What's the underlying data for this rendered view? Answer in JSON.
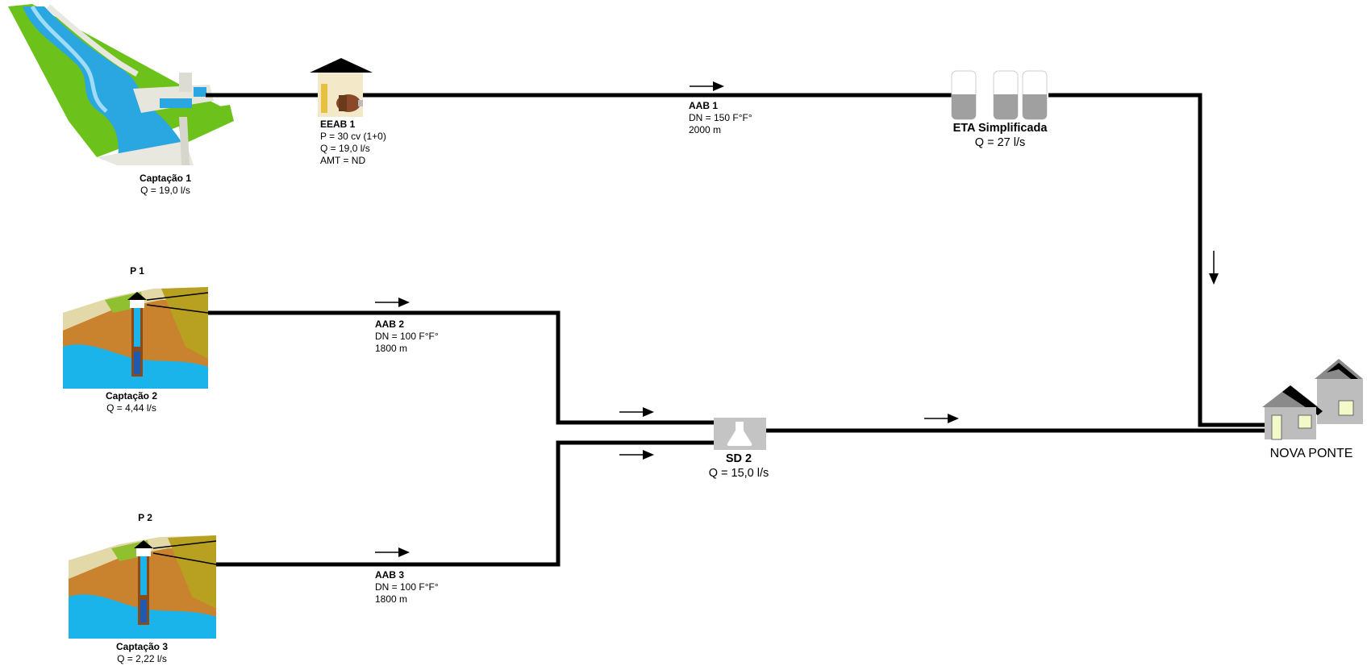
{
  "colors": {
    "pipe": "#000000",
    "grass": "#6cc21a",
    "water": "#2aa6e0",
    "tank_fill": "#a0a0a0",
    "soil": "#c9822e",
    "groundwater": "#1ab4ea",
    "house": "#bdbdbd"
  },
  "captacao1": {
    "name": "Captação 1",
    "flow": "Q = 19,0 l/s"
  },
  "eeab1": {
    "name": "EEAB 1",
    "power": "P = 30 cv (1+0)",
    "flow": "Q = 19,0 l/s",
    "amt": "AMT = ND"
  },
  "aab1": {
    "name": "AAB 1",
    "dn": "DN = 150 F°F°",
    "length": "2000 m"
  },
  "eta": {
    "name": "ETA Simplificada",
    "flow": "Q = 27 l/s"
  },
  "p1": {
    "name": "P 1"
  },
  "captacao2": {
    "name": "Captação 2",
    "flow": "Q = 4,44 l/s"
  },
  "aab2": {
    "name": "AAB 2",
    "dn": "DN = 100 F°F°",
    "length": "1800 m"
  },
  "p2": {
    "name": "P 2"
  },
  "captacao3": {
    "name": "Captação 3",
    "flow": "Q = 2,22 l/s"
  },
  "aab3": {
    "name": "AAB 3",
    "dn": "DN = 100 F°F°",
    "length": "1800 m"
  },
  "sd2": {
    "name": "SD 2",
    "flow": "Q = 15,0 l/s"
  },
  "city": {
    "name": "NOVA PONTE"
  }
}
